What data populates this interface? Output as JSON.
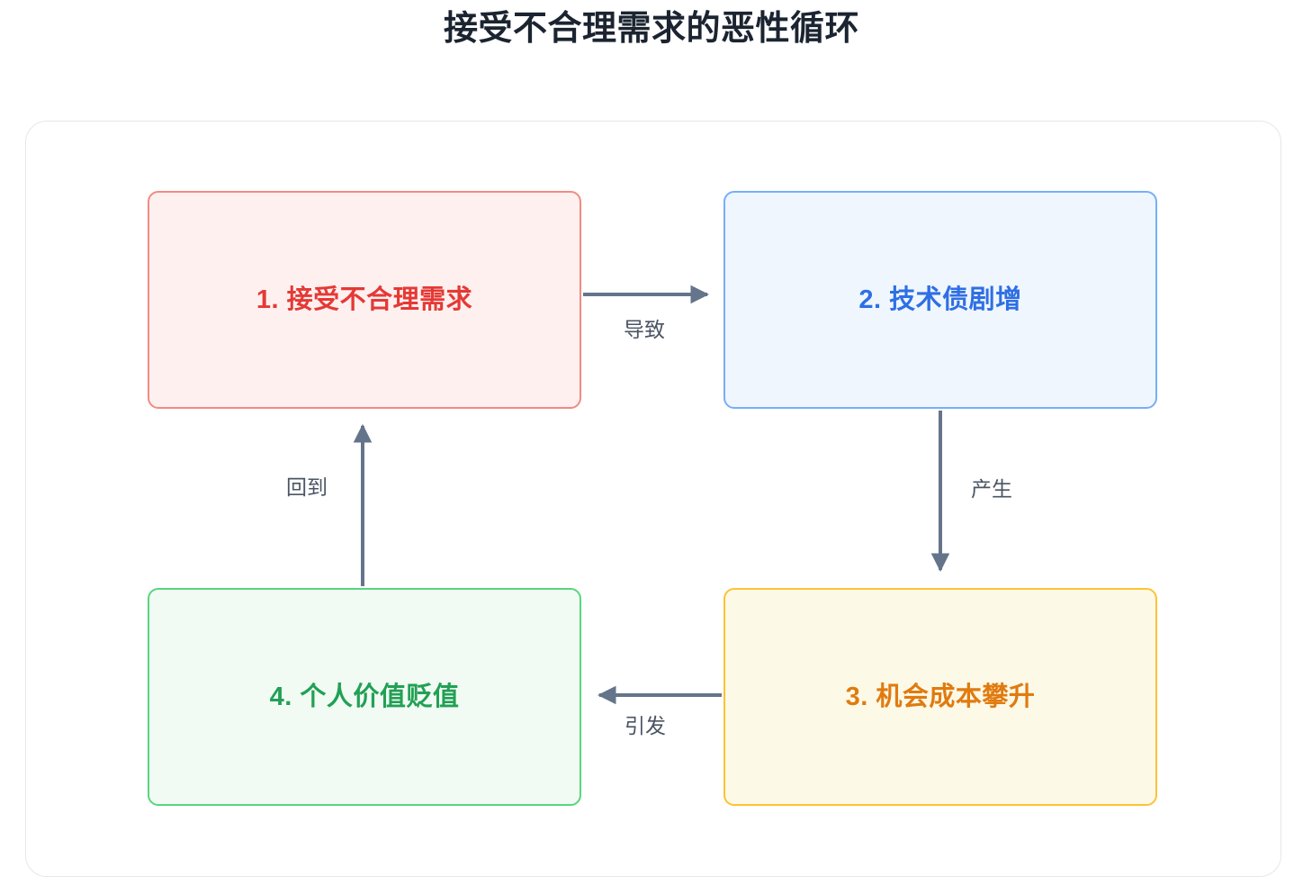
{
  "title": "接受不合理需求的恶性循环",
  "canvas": {
    "background": "#ffffff",
    "card_border_color": "#e7e7ec",
    "title_color": "#1b2430",
    "edge_color": "#64748b",
    "edge_label_color": "#4b5563"
  },
  "nodes": [
    {
      "id": "node-1",
      "label": "1. 接受不合理需求",
      "text_color": "#e53935",
      "border_color": "#f28b82",
      "fill_color": "#fdf0ef"
    },
    {
      "id": "node-2",
      "label": "2. 技术债剧增",
      "text_color": "#2f6fe4",
      "border_color": "#76aefa",
      "fill_color": "#eff6fe"
    },
    {
      "id": "node-3",
      "label": "3. 机会成本攀升",
      "text_color": "#e07b10",
      "border_color": "#ffc233",
      "fill_color": "#fdf9e7"
    },
    {
      "id": "node-4",
      "label": "4. 个人价值贬值",
      "text_color": "#22a055",
      "border_color": "#58d67f",
      "fill_color": "#f1fbf3"
    }
  ],
  "edges": [
    {
      "id": "edge-1",
      "label": "导致",
      "from": "node-1",
      "to": "node-2",
      "direction": "right"
    },
    {
      "id": "edge-2",
      "label": "产生",
      "from": "node-2",
      "to": "node-3",
      "direction": "down"
    },
    {
      "id": "edge-3",
      "label": "引发",
      "from": "node-3",
      "to": "node-4",
      "direction": "left"
    },
    {
      "id": "edge-4",
      "label": "回到",
      "from": "node-4",
      "to": "node-1",
      "direction": "up"
    }
  ]
}
